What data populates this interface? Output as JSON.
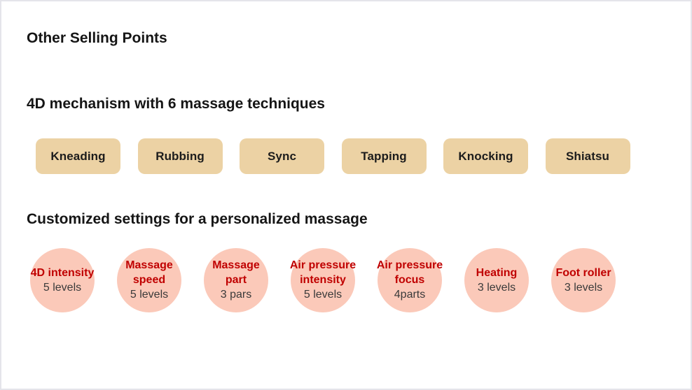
{
  "page": {
    "title": "Other Selling Points"
  },
  "techniques_section": {
    "heading": "4D mechanism with 6 massage techniques",
    "items": [
      {
        "label": "Kneading"
      },
      {
        "label": "Rubbing"
      },
      {
        "label": "Sync"
      },
      {
        "label": "Tapping"
      },
      {
        "label": "Knocking"
      },
      {
        "label": "Shiatsu"
      }
    ]
  },
  "settings_section": {
    "heading": "Customized settings for a personalized massage",
    "items": [
      {
        "title": "4D intensity",
        "value": "5 levels"
      },
      {
        "title": "Massage\nspeed",
        "value": "5 levels"
      },
      {
        "title": "Massage\npart",
        "value": "3 pars"
      },
      {
        "title": "Air pressure\nintensity",
        "value": "5 levels"
      },
      {
        "title": "Air pressure\nfocus",
        "value": "4parts"
      },
      {
        "title": "Heating",
        "value": "3 levels"
      },
      {
        "title": "Foot roller",
        "value": "3 levels"
      }
    ]
  },
  "colors": {
    "technique_chip_bg": "#ecd2a4",
    "setting_circle_bg": "#fbc9b9",
    "setting_title_text": "#c00000",
    "heading_text": "#151515",
    "page_border": "#e4e4ea"
  }
}
